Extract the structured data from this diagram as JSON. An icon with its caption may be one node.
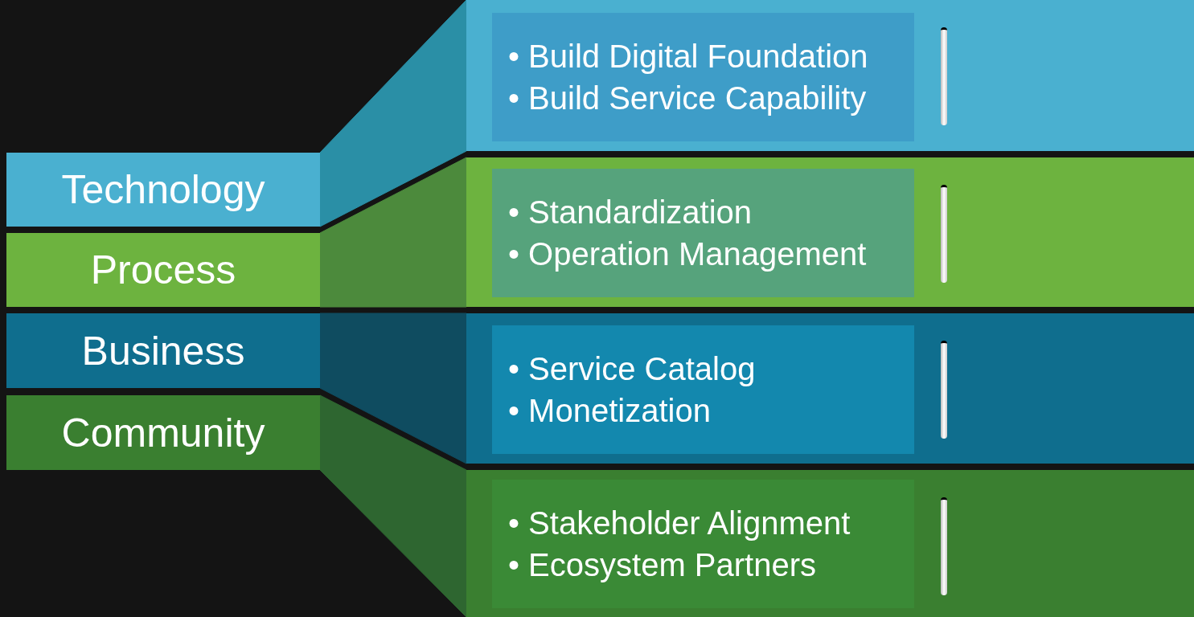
{
  "diagram": {
    "nodes": [
      {
        "text": [
          "Technology"
        ]
      },
      {
        "text": [
          "Process"
        ]
      },
      {
        "text": [
          "Business"
        ]
      },
      {
        "text": [
          "Community"
        ]
      },
      {
        "text": [],
        "shape": "band"
      },
      {
        "text": [],
        "shape": "band"
      },
      {
        "text": [],
        "shape": "band"
      },
      {
        "text": [],
        "shape": "band"
      },
      {
        "text": [
          "• Build Digital Foundation",
          "• Build Service Capability"
        ],
        "in": 4
      },
      {
        "text": [
          "• Standardization",
          "• Operation Management"
        ],
        "in": 5
      },
      {
        "text": [
          "• Service Catalog",
          "• Monetization"
        ],
        "in": 6
      },
      {
        "text": [
          "• Stakeholder Alignment",
          "• Ecosystem Partners"
        ],
        "in": 7
      }
    ],
    "edges": [
      {
        "from": 0,
        "to": 4,
        "arrow": "none",
        "color": "#2a8fa6"
      },
      {
        "from": 1,
        "to": 5,
        "arrow": "none",
        "color": "#4c8a3c"
      },
      {
        "from": 2,
        "to": 6,
        "arrow": "none",
        "color": "#0f4c60"
      },
      {
        "from": 3,
        "to": 7,
        "arrow": "none",
        "color": "#2e6630"
      }
    ]
  }
}
